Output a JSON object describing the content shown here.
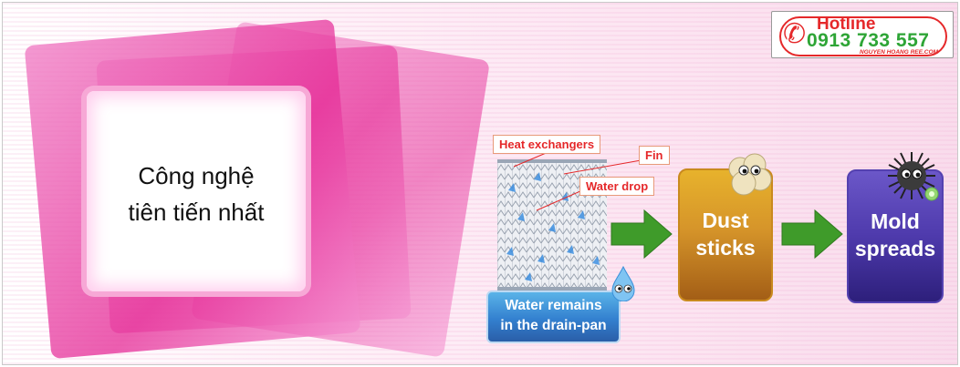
{
  "hotline": {
    "label": "Hotline",
    "number": "0913 733 557",
    "brand": "NGUYEN HOANG REE.COM",
    "icon": "phone-icon"
  },
  "title": {
    "line1": "Công nghệ",
    "line2": "tiên tiến nhất"
  },
  "diagram": {
    "heat_exchangers_label": "Heat exchangers",
    "fin_label": "Fin",
    "water_drop_label": "Water drop",
    "water_remains": {
      "line1": "Water remains",
      "line2": "in the drain-pan"
    },
    "dust": {
      "line1": "Dust",
      "line2": "sticks"
    },
    "mold": {
      "line1": "Mold",
      "line2": "spreads"
    }
  },
  "colors": {
    "accent_red": "#e5282a",
    "hotline_green": "#2ea536",
    "pink": "#e6329a",
    "arrow_green": "#3f9b2a",
    "dust_gold": "#d6952a",
    "mold_purple": "#4e3aac",
    "water_blue": "#3380cf"
  }
}
